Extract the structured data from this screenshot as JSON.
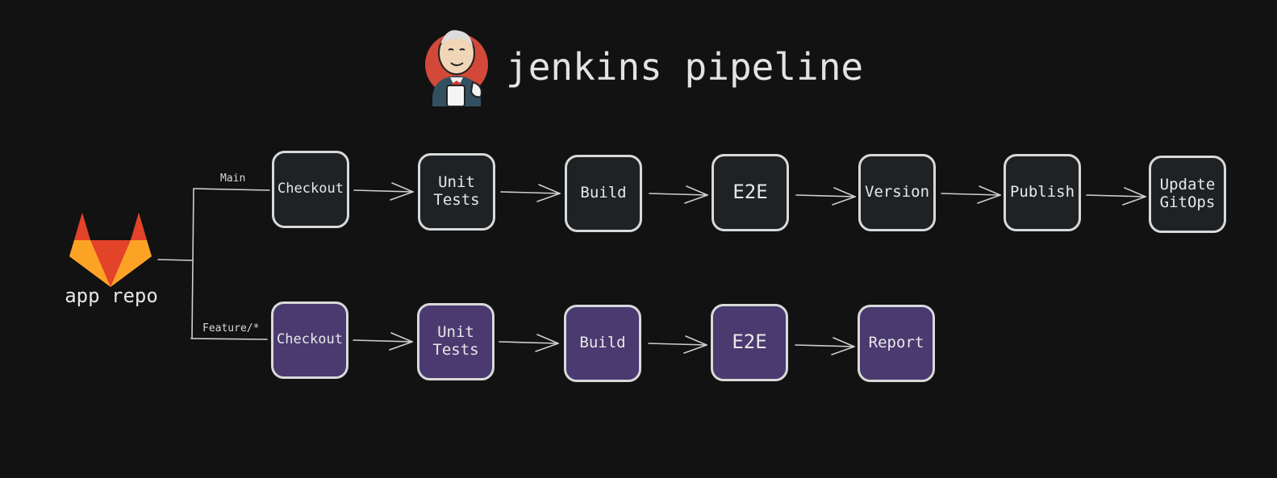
{
  "title": "jenkins pipeline",
  "logo": {
    "icon": "jenkins-butler-icon"
  },
  "repo": {
    "label": "app repo",
    "icon": "gitlab-fox-icon"
  },
  "branches": [
    {
      "name": "Main",
      "color": "#1f2225",
      "stages": [
        "Checkout",
        "Unit\nTests",
        "Build",
        "E2E",
        "Version",
        "Publish",
        "Update\nGitOps"
      ]
    },
    {
      "name": "Feature/*",
      "color": "#4a3a70",
      "stages": [
        "Checkout",
        "Unit\nTests",
        "Build",
        "E2E",
        "Report"
      ]
    }
  ],
  "colors": {
    "background": "#121212",
    "stroke": "#d9d9d9",
    "text": "#e8e8e8"
  }
}
